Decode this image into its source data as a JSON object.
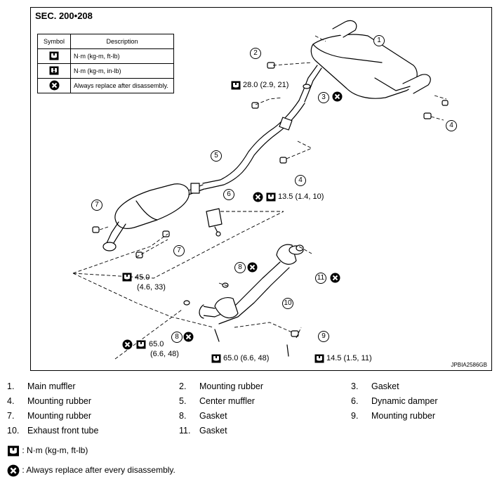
{
  "diagram": {
    "section_title": "SEC. 200•208",
    "reference_code": "JPBIA2586GB",
    "legend_table": {
      "headers": [
        "Symbol",
        "Description"
      ],
      "rows": [
        {
          "icon": "torque-wrench-icon",
          "description": "N·m (kg-m, ft-lb)"
        },
        {
          "icon": "torque-wrench-small-icon",
          "description": "N·m (kg-m, in-lb)"
        },
        {
          "icon": "replace-x-icon",
          "description": "Always replace after disassembly."
        }
      ]
    },
    "callouts": {
      "torque_28": "28.0 (2.9, 21)",
      "torque_13_5": "13.5 (1.4, 10)",
      "torque_45_a": "45.0",
      "torque_45_b": "(4.6, 33)",
      "torque_65_left_a": "65.0",
      "torque_65_left_b": "(6.6, 48)",
      "torque_65_center": "65.0 (6.6, 48)",
      "torque_14_5": "14.5 (1.5, 11)"
    },
    "number_labels": [
      "1",
      "2",
      "3",
      "4",
      "4",
      "5",
      "6",
      "7",
      "7",
      "8",
      "8",
      "9",
      "10",
      "11"
    ]
  },
  "parts_list": [
    {
      "num": "1.",
      "name": "Main muffler"
    },
    {
      "num": "2.",
      "name": "Mounting rubber"
    },
    {
      "num": "3.",
      "name": "Gasket"
    },
    {
      "num": "4.",
      "name": "Mounting rubber"
    },
    {
      "num": "5.",
      "name": "Center muffler"
    },
    {
      "num": "6.",
      "name": "Dynamic damper"
    },
    {
      "num": "7.",
      "name": "Mounting rubber"
    },
    {
      "num": "8.",
      "name": "Gasket"
    },
    {
      "num": "9.",
      "name": "Mounting rubber"
    },
    {
      "num": "10.",
      "name": "Exhaust front tube"
    },
    {
      "num": "11.",
      "name": "Gasket"
    }
  ],
  "footer_legend": {
    "torque_text": ": N·m (kg-m, ft-lb)",
    "replace_text": ": Always replace after every disassembly."
  }
}
